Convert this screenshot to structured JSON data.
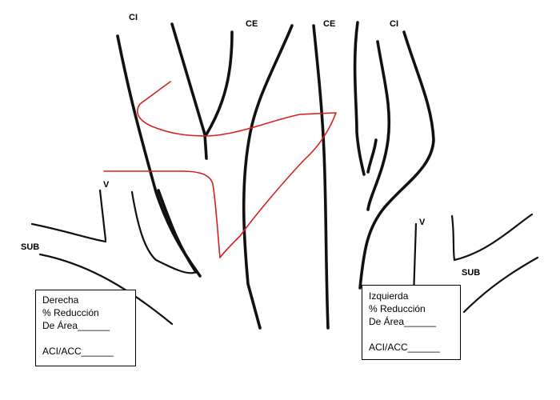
{
  "labels": {
    "ci_left": "CI",
    "ce_left": "CE",
    "ce_right": "CE",
    "ci_right": "CI",
    "v_left": "V",
    "v_right": "V",
    "sub_left": "SUB",
    "sub_right": "SUB"
  },
  "right_box": {
    "side": "Derecha",
    "reduction": "% Reducción",
    "area": "De Área______",
    "ratio": "ACI/ACC______"
  },
  "left_box": {
    "side": "Izquierda",
    "reduction": "% Reducción",
    "area": "De Área______",
    "ratio": "ACI/ACC______"
  },
  "colors": {
    "vessel": "#111111",
    "annotation": "#d42020"
  }
}
